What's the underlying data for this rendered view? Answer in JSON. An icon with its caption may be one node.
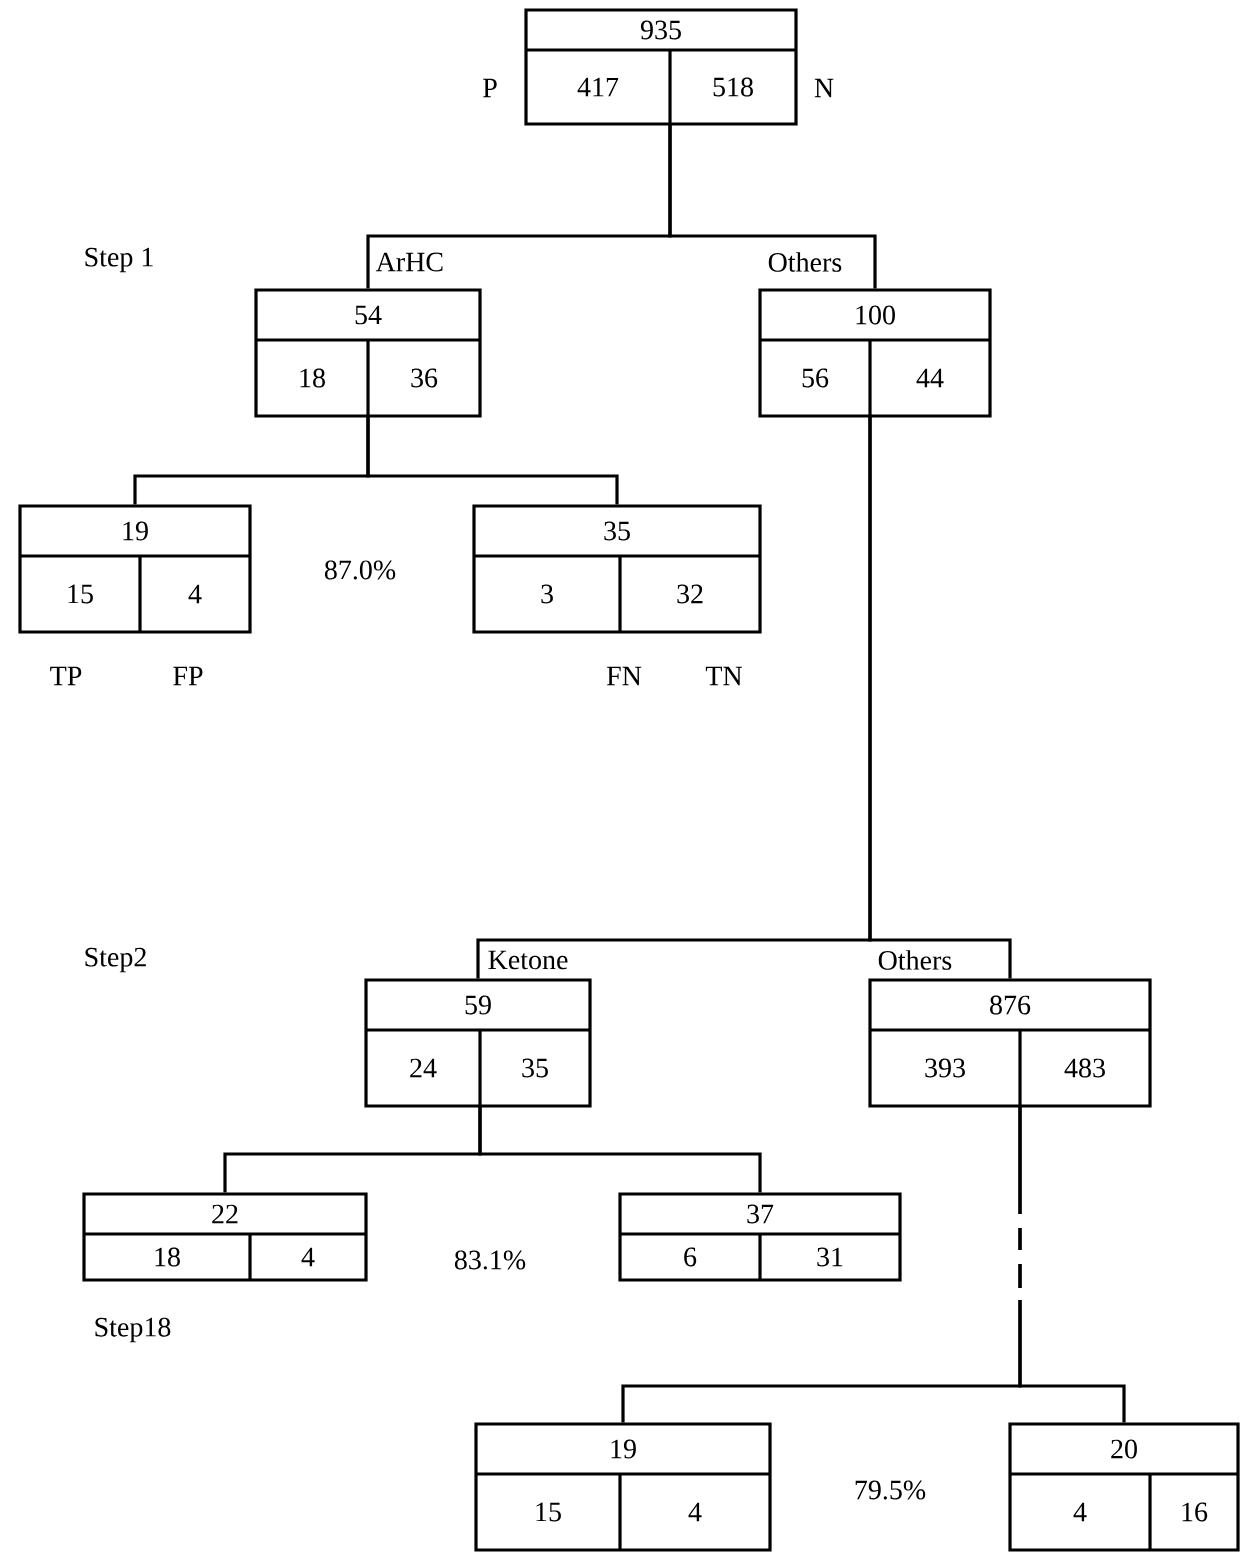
{
  "diagram": {
    "nodes": [
      {
        "text": [
          "935",
          "417",
          "518"
        ]
      },
      {
        "text": [
          "54",
          "18",
          "36"
        ]
      },
      {
        "text": [
          "100",
          "56",
          "44"
        ]
      },
      {
        "text": [
          "19",
          "15",
          "4"
        ]
      },
      {
        "text": [
          "35",
          "3",
          "32"
        ]
      },
      {
        "text": [
          "59",
          "24",
          "35"
        ]
      },
      {
        "text": [
          "876",
          "393",
          "483"
        ]
      },
      {
        "text": [
          "22",
          "18",
          "4"
        ]
      },
      {
        "text": [
          "37",
          "6",
          "31"
        ]
      },
      {
        "text": [
          "19",
          "15",
          "4"
        ]
      },
      {
        "text": [
          "20",
          "4",
          "16"
        ]
      }
    ],
    "edges": [
      {
        "from": 0,
        "to": 1,
        "arrow": "none"
      },
      {
        "from": 0,
        "to": 2,
        "arrow": "none"
      },
      {
        "from": 1,
        "to": 3,
        "arrow": "none"
      },
      {
        "from": 1,
        "to": 4,
        "arrow": "none"
      },
      {
        "from": 2,
        "to": 5,
        "arrow": "none"
      },
      {
        "from": 2,
        "to": 6,
        "arrow": "none"
      },
      {
        "from": 5,
        "to": 7,
        "arrow": "none"
      },
      {
        "from": 5,
        "to": 8,
        "arrow": "none"
      },
      {
        "from": 6,
        "to": 9,
        "arrow": "none",
        "style": "dashed"
      },
      {
        "from": 6,
        "to": 10,
        "arrow": "none",
        "style": "dashed"
      }
    ],
    "labels": [
      "P",
      "N",
      "Step 1",
      "ArHC",
      "Others",
      "87.0%",
      "TP",
      "FP",
      "FN",
      "TN",
      "Step2",
      "Ketone",
      "Others",
      "83.1%",
      "Step18",
      "79.5%"
    ]
  }
}
